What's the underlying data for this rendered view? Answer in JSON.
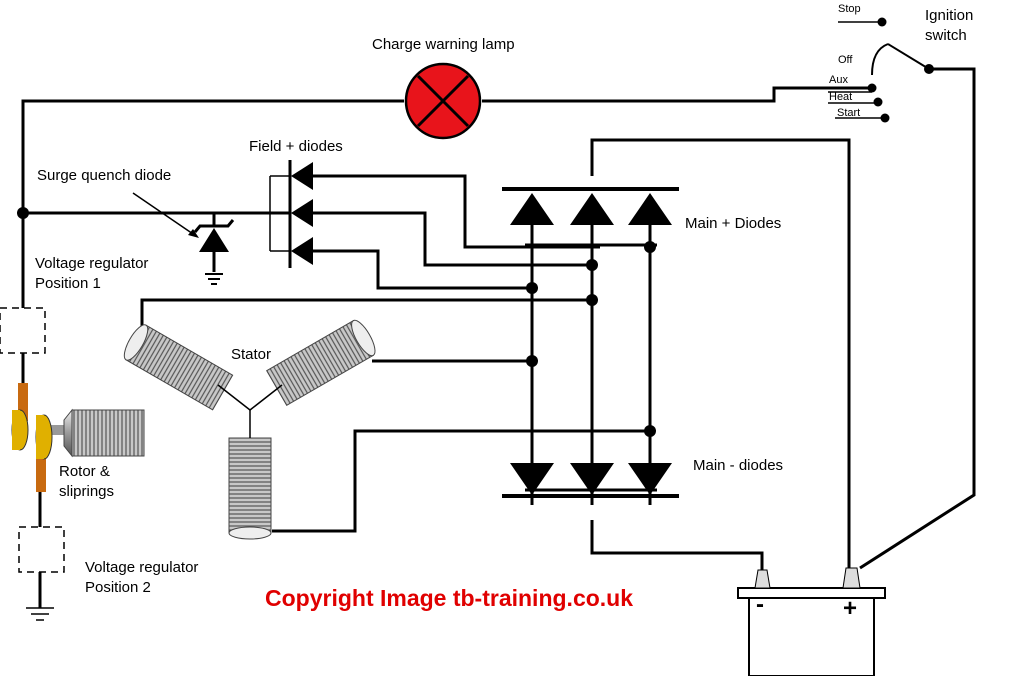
{
  "labels": {
    "charge_lamp": "Charge warning lamp",
    "ignition_1": "Ignition",
    "ignition_2": "switch",
    "stop": "Stop",
    "off": "Off",
    "aux": "Aux",
    "heat": "Heat",
    "start": "Start",
    "field_diodes": "Field + diodes",
    "surge_diode": "Surge quench diode",
    "main_plus": "Main + Diodes",
    "main_minus": "Main - diodes",
    "vr1_line1": "Voltage regulator",
    "vr1_line2": "Position 1",
    "vr2_line1": "Voltage regulator",
    "vr2_line2": "Position 2",
    "stator": "Stator",
    "rotor_line1": "Rotor &",
    "rotor_line2": "sliprings",
    "battery_minus": "-",
    "battery_plus": "+",
    "copyright": "Copyright Image tb-training.co.uk"
  },
  "colors": {
    "lamp": "#e8141b",
    "copyright": "#e00000",
    "slipring": "#e0b000",
    "rotor_shaft": "#c86a10",
    "coil": "#b8b8b8"
  }
}
